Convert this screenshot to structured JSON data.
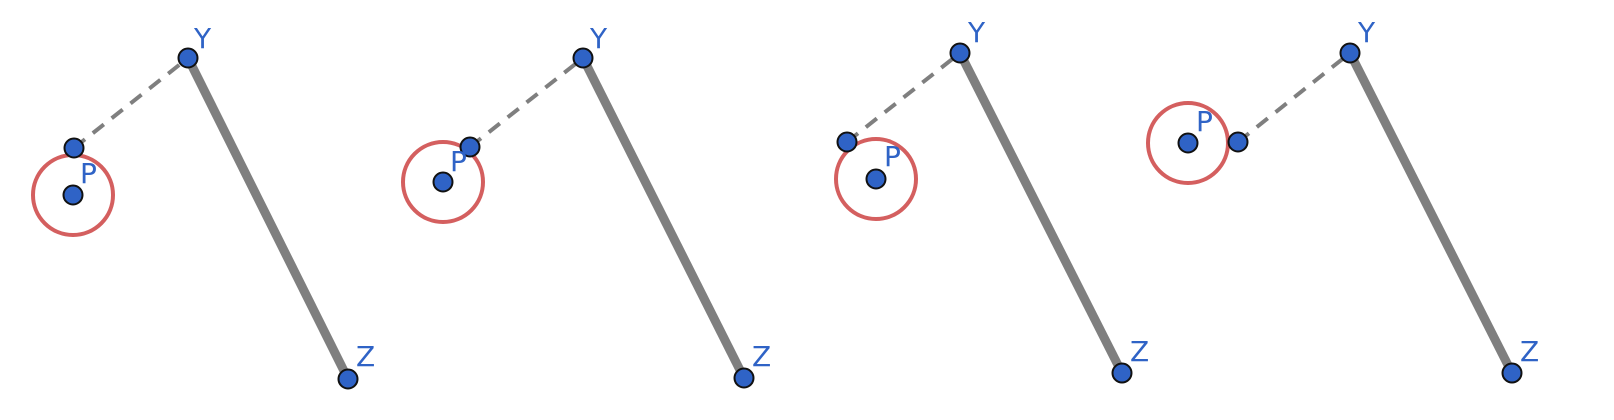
{
  "colors": {
    "segment": "#7f7f7f",
    "circle": "#d45f5f",
    "point": "#2f63c6",
    "label": "#2f63c6"
  },
  "panels": [
    {
      "labels": {
        "Y": "Y",
        "Z": "Z",
        "P": "P"
      }
    },
    {
      "labels": {
        "Y": "Y",
        "Z": "Z",
        "P": "P"
      }
    },
    {
      "labels": {
        "Y": "Y",
        "Z": "Z",
        "P": "P"
      }
    },
    {
      "labels": {
        "Y": "Y",
        "Z": "Z",
        "P": "P"
      }
    }
  ]
}
